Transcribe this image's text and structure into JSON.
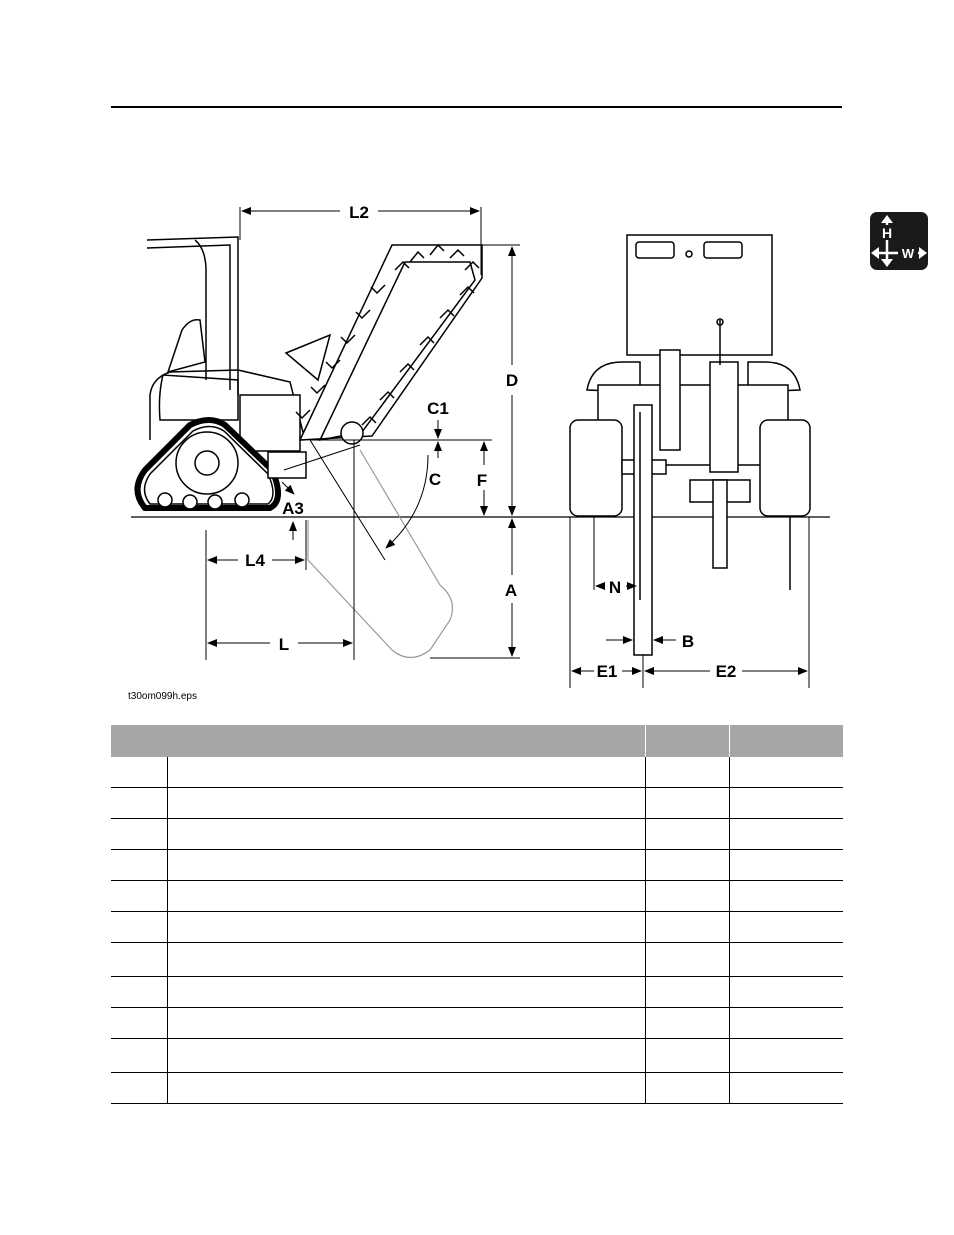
{
  "figure": {
    "caption": "t30om099h.eps",
    "labels": {
      "L2": "L2",
      "D": "D",
      "C1": "C1",
      "C": "C",
      "F": "F",
      "A3": "A3",
      "L4": "L4",
      "L": "L",
      "A": "A",
      "N": "N",
      "B": "B",
      "E1": "E1",
      "E2": "E2"
    }
  },
  "side_tab": {
    "h_label": "H",
    "w_label": "W",
    "icon": "height-width-arrows-icon"
  },
  "table": {
    "headers": [
      "",
      "",
      ""
    ],
    "row_count": 11
  }
}
